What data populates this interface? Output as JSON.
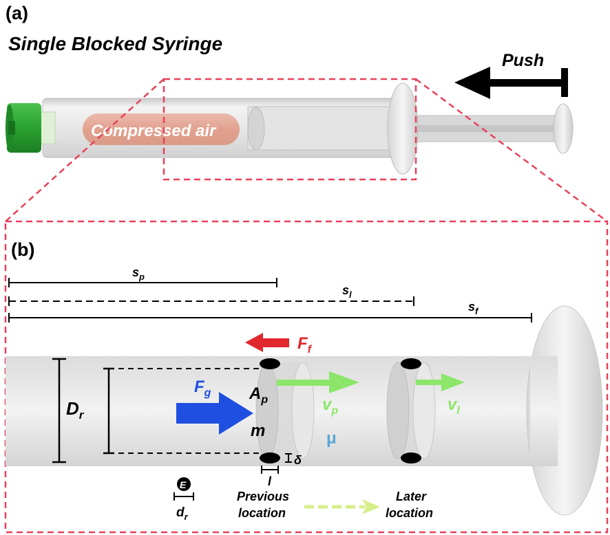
{
  "panel_a": {
    "label": "(a)",
    "title": "Single Blocked Syringe",
    "push_label": "Push",
    "air_label": "Compressed air"
  },
  "panel_b": {
    "label": "(b)",
    "symbols": {
      "sp_base": "s",
      "sp_sub": "p",
      "sl_base": "s",
      "sl_sub": "l",
      "sf_base": "s",
      "sf_sub": "f",
      "ff_base": "F",
      "ff_sub": "f",
      "fg_base": "F",
      "fg_sub": "g",
      "ap_base": "A",
      "ap_sub": "p",
      "m": "m",
      "dr_base": "D",
      "dr_sub": "r",
      "vp_base": "v",
      "vp_sub": "p",
      "vl_base": "v",
      "vl_sub": "l",
      "mu": "μ",
      "delta": "δ",
      "l": "l",
      "e_symbol": "E",
      "dr_small_base": "d",
      "dr_small_sub": "r"
    },
    "previous_line1": "Previous",
    "previous_line2": "location",
    "later_line1": "Later",
    "later_line2": "location"
  },
  "colors": {
    "frame_dash": "#e8405a",
    "friction_arrow": "#e0282d",
    "gas_force_arrow": "#1f4fe0",
    "velocity_arrow": "#8be66a",
    "path_arrow": "#d6ef8a",
    "cap_green": "#2aa131",
    "air_pink": "#e8a696",
    "mu_color": "#5aa7d6"
  }
}
